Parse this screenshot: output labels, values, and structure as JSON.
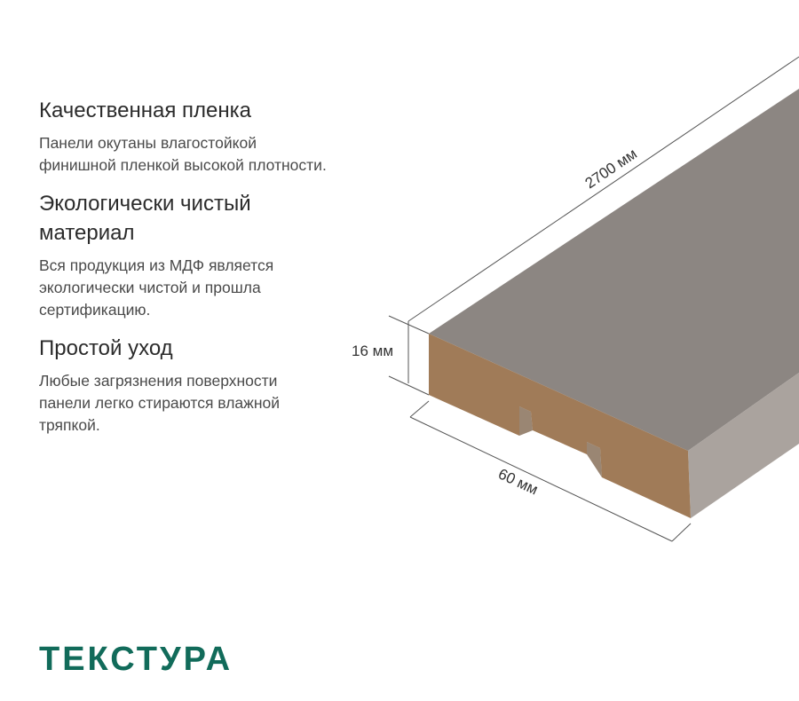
{
  "features": [
    {
      "title": "Качественная пленка",
      "text": "Панели окутаны влагостойкой финишной пленкой высокой плотности."
    },
    {
      "title": "Экологически чистый материал",
      "text": "Вся продукция из МДФ является экологически чистой и прошла сертификацию."
    },
    {
      "title": "Простой уход",
      "text": "Любые загрязнения поверхности панели легко стираются влажной тряпкой."
    }
  ],
  "dimensions": {
    "length": "2700 мм",
    "thickness": "16 мм",
    "width": "60 мм"
  },
  "brand": "ТЕКСТУРА",
  "colors": {
    "brand": "#116b5a",
    "panel_top": "#8c8682",
    "panel_side": "#aaa39e",
    "mdf_core": "#a07b58"
  }
}
